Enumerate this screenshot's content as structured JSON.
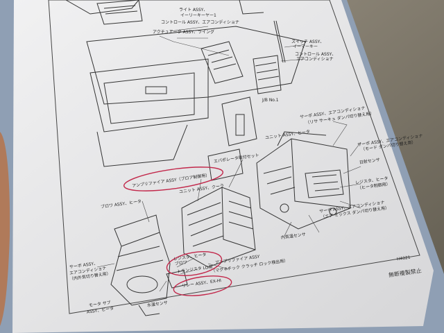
{
  "labels": {
    "top_a": "ライト ASSY、",
    "top_b": "イーリーキーヤー1",
    "top_c": "コントロール ASSY、エアコンディショナ",
    "top_d": "アクチュエータ ASSY、ライング",
    "right_1": "スイッチ ASSY、",
    "right_1b": "イーマーキー",
    "right_2": "コントロール ASSY、",
    "right_2b": "エアコンディショナ",
    "jb": "J/B No.1",
    "servo_top": "サーボ ASSY、エアコンディショナ",
    "servo_top_b": "（リサ サーキュ ダンパ切り替え用）",
    "unit_heater": "ユニット ASSY、ヒータ",
    "evap_unit": "エバポレータ取付セット",
    "amp_assy": "アンプリファイア ASSY（ブロア制御用）",
    "unit_cooler": "ユニット ASSY、クーラ",
    "blower": "ブロワ ASSY、ヒータ",
    "register": "レジスタ、ヒータ",
    "blower_b": "ブロワ",
    "transistor": "トランジスタ LO用",
    "relay": "リレー ASSY、EX-HI",
    "amp_bottom": "アンプリファイア ASSY",
    "amp_bottom_b": "（マグネチック クラッチ ロック検出用）",
    "servo_left": "サーボ ASSY、",
    "servo_left_b": "エアコンディショナ",
    "servo_left_c": "（内外気切り替え用）",
    "motor": "モータ サブ",
    "motor_b": "ASSY、ヒータ",
    "sensor_in": "内気温センサ",
    "sensor_solar": "日射センサ",
    "servo_right": "サーボ ASSY、エアコンディショナ",
    "servo_right_b": "（モード ダンパ切り替え用）",
    "servo_mid": "サーボ ASSY、エアコンディショナ",
    "servo_mid_b": "（エア ミックス ダンパ切り替え用）",
    "register_right": "レジスタ、ヒータ",
    "register_right_b": "（ヒータ制御用）",
    "water_valve": "水温センサ",
    "code": "H4021",
    "copyright": "無断複製禁止"
  },
  "colors": {
    "paper": "#e9e9ea",
    "ink": "#222222",
    "annotation": "#c2274a",
    "background": "#7a7262",
    "binder": "#8f9fb4"
  }
}
